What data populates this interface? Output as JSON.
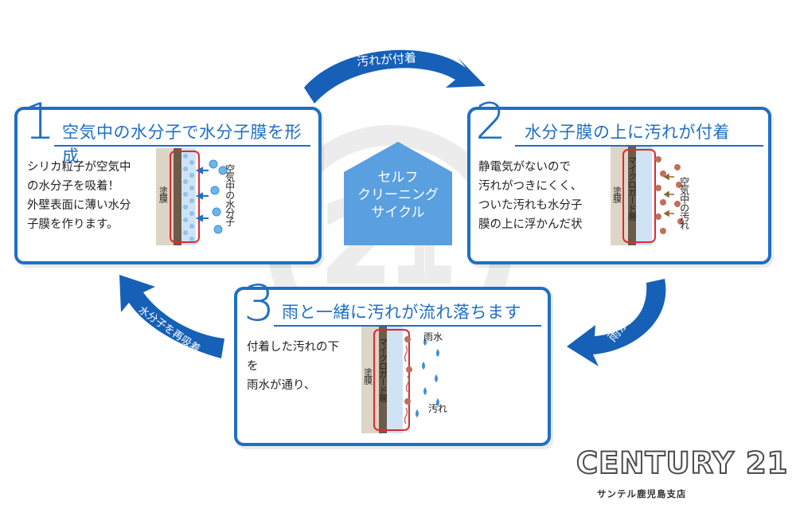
{
  "center": {
    "text": "セルフ\nクリーニング\nサイクル"
  },
  "arrows": {
    "top": "汚れが付着",
    "right": "雨が降る",
    "left": "水分子を再吸着"
  },
  "step1": {
    "number": "1",
    "title": "空気中の水分子で水分子膜を形成",
    "description": "シリカ粒子が空気中\nの水分子を吸着！\n外壁表面に薄い水分\n子膜を作ります。",
    "paint_label": "塗膜",
    "side_label": "空気中の水分子"
  },
  "step2": {
    "number": "2",
    "title": "水分子膜の上に汚れが付着",
    "description": "静電気がないので\n汚れがつきにくく、\nついた汚れも水分子\n膜の上に浮かんだ状",
    "paint_label": "塗膜",
    "layer_label": "マイクロガード層",
    "side_label": "空気中の汚れ"
  },
  "step3": {
    "number": "3",
    "title": "雨と一緒に汚れが流れ落ちます",
    "description": "付着した汚れの下\nを\n雨水が通り、",
    "paint_label": "塗膜",
    "layer_label": "マイクロガード層",
    "rain_label": "雨水",
    "dirt_label": "汚れ"
  },
  "brand": {
    "logo": "CENTURY 21",
    "branch": "サンテル鹿児島支店"
  },
  "colors": {
    "accent": "#1f6fc4",
    "house": "#5a9fe0",
    "outline": "#e0282f",
    "paint": "#ddd5c6",
    "substrate": "#6b5b4a",
    "dirt": "#c0705a",
    "drop": "#3c8fd8"
  }
}
